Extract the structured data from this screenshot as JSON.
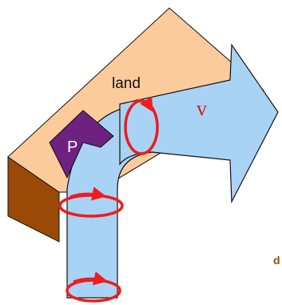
{
  "labels": {
    "land": "land",
    "parcel": "P",
    "velocity": "v",
    "edge_fragment": "d"
  },
  "colors": {
    "land_top": "#FCCB9C",
    "land_side": "#9A4A06",
    "arrow_fill": "#A9D3F5",
    "parcel_fill": "#6D2280",
    "vortex_ring": "#EE1C1C",
    "velocity_label": "#D02020",
    "edge_fragment": "#9A4A06"
  },
  "icons": {
    "rotation_rings": "circular-arrow-icon"
  }
}
